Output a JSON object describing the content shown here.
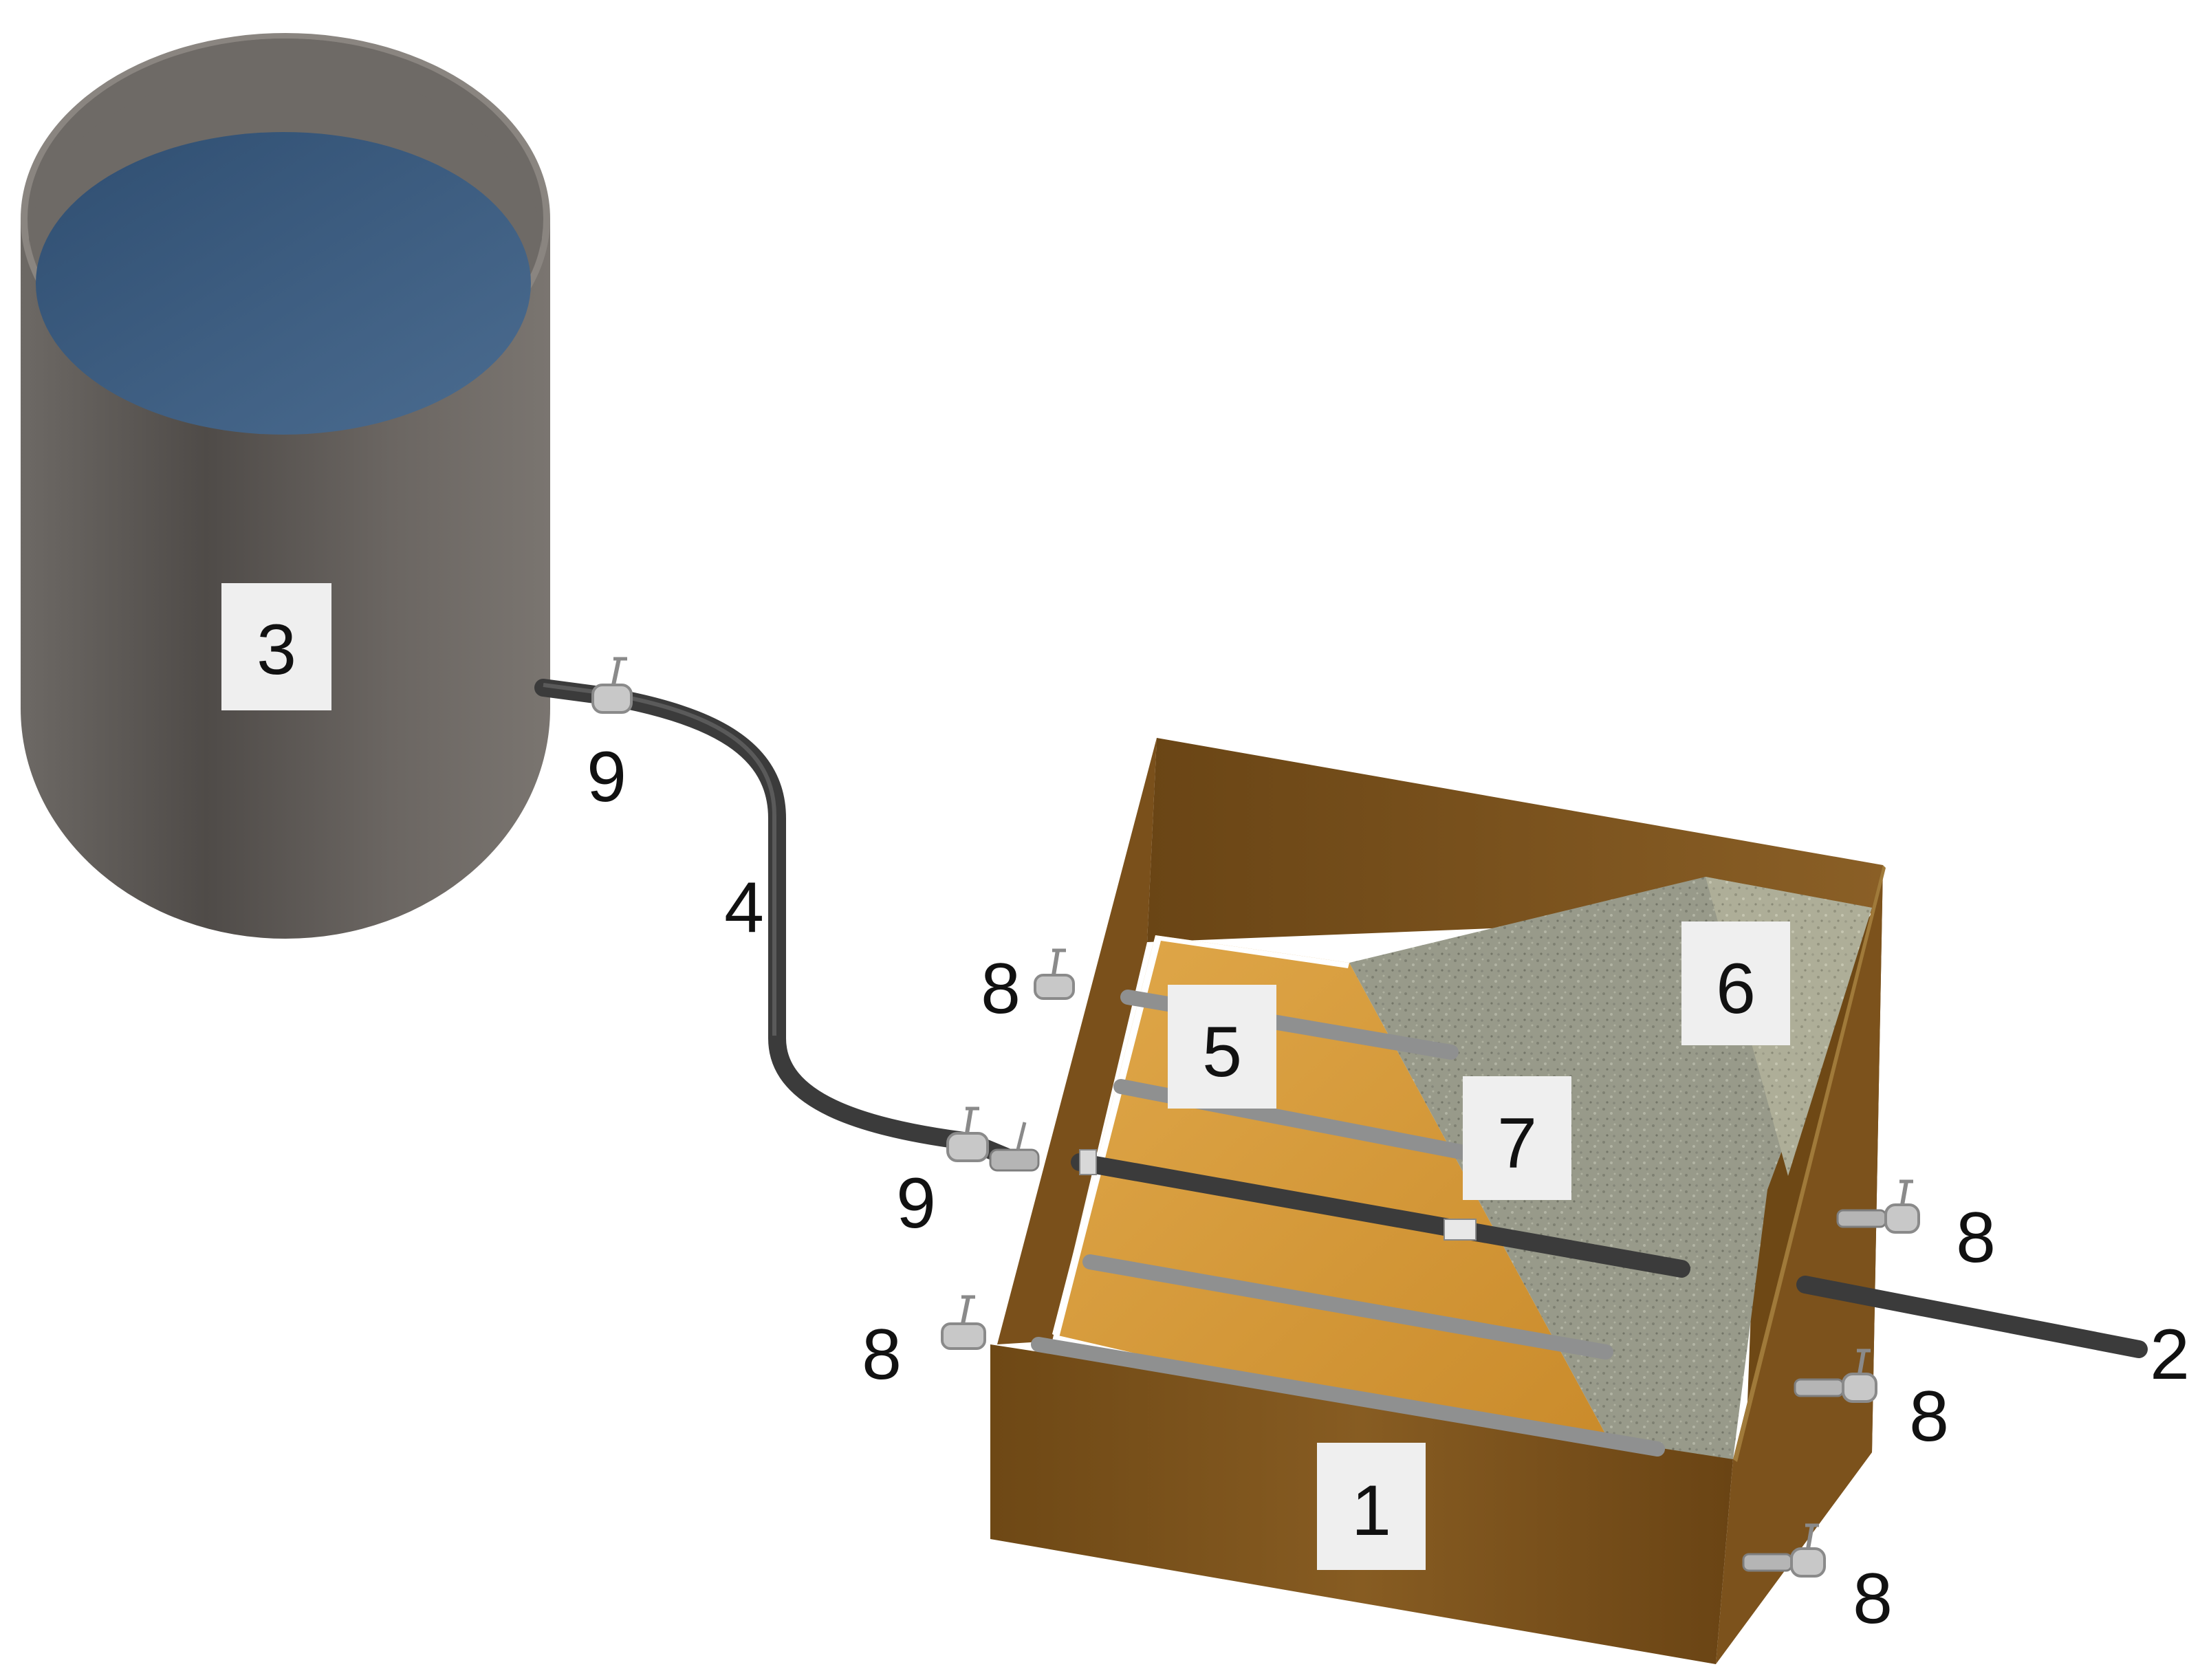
{
  "labels": {
    "box_1": "1",
    "pipe_2": "2",
    "tank_3": "3",
    "hose_4": "4",
    "region_5": "5",
    "region_6": "6",
    "region_7": "7",
    "valve_9_top": "9",
    "valve_9_bottom": "9",
    "valve_8_left_top": "8",
    "valve_8_left_bottom": "8",
    "valve_8_right_1": "8",
    "valve_8_right_2": "8",
    "valve_8_right_3": "8"
  },
  "colors": {
    "tank": "#5c5855",
    "water": "#3f6185",
    "wood": "#7a521c",
    "fill_light": "#d59a3a",
    "sand": "#9a9c8c",
    "pipe": "#8f9090",
    "hose": "#3b3b3b",
    "label_bg": "#efefef"
  }
}
